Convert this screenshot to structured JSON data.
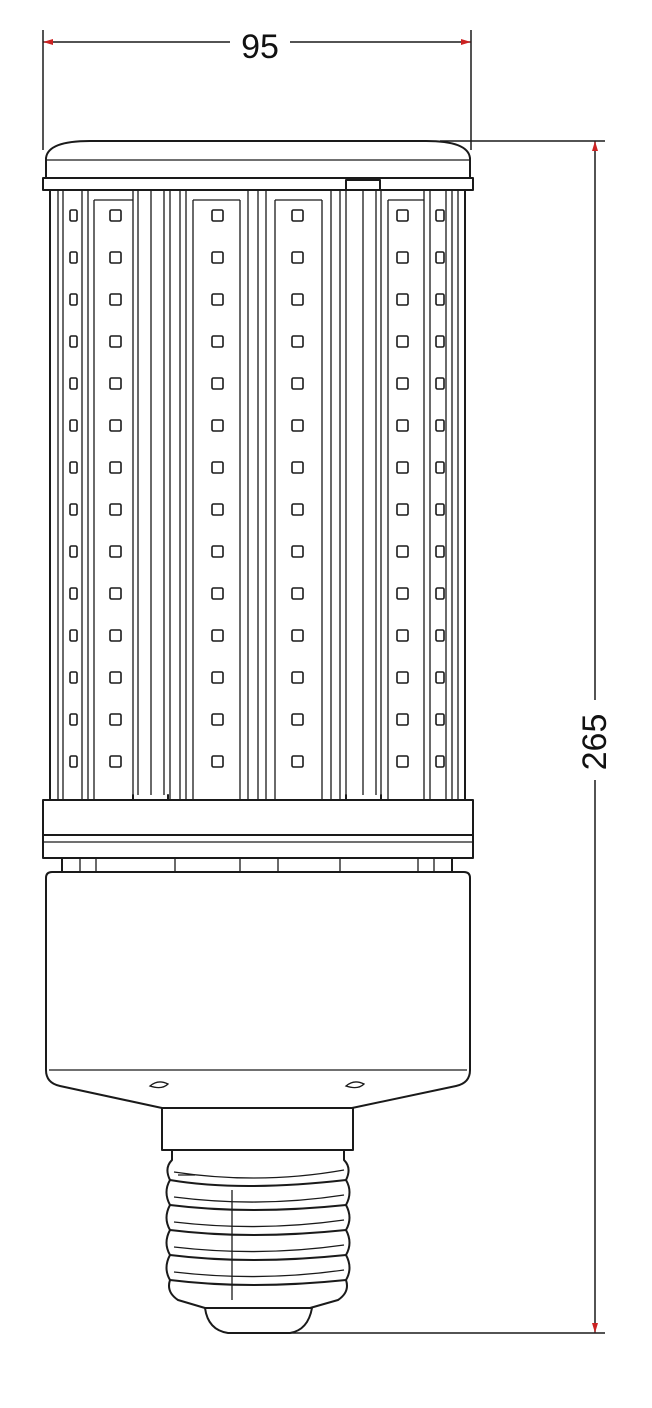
{
  "dimensions": {
    "width_label": "95",
    "height_label": "265"
  },
  "colors": {
    "line": "#1a1a1a",
    "arrow": "#cc2222",
    "background": "#ffffff"
  },
  "led_rows_per_strip": 14
}
